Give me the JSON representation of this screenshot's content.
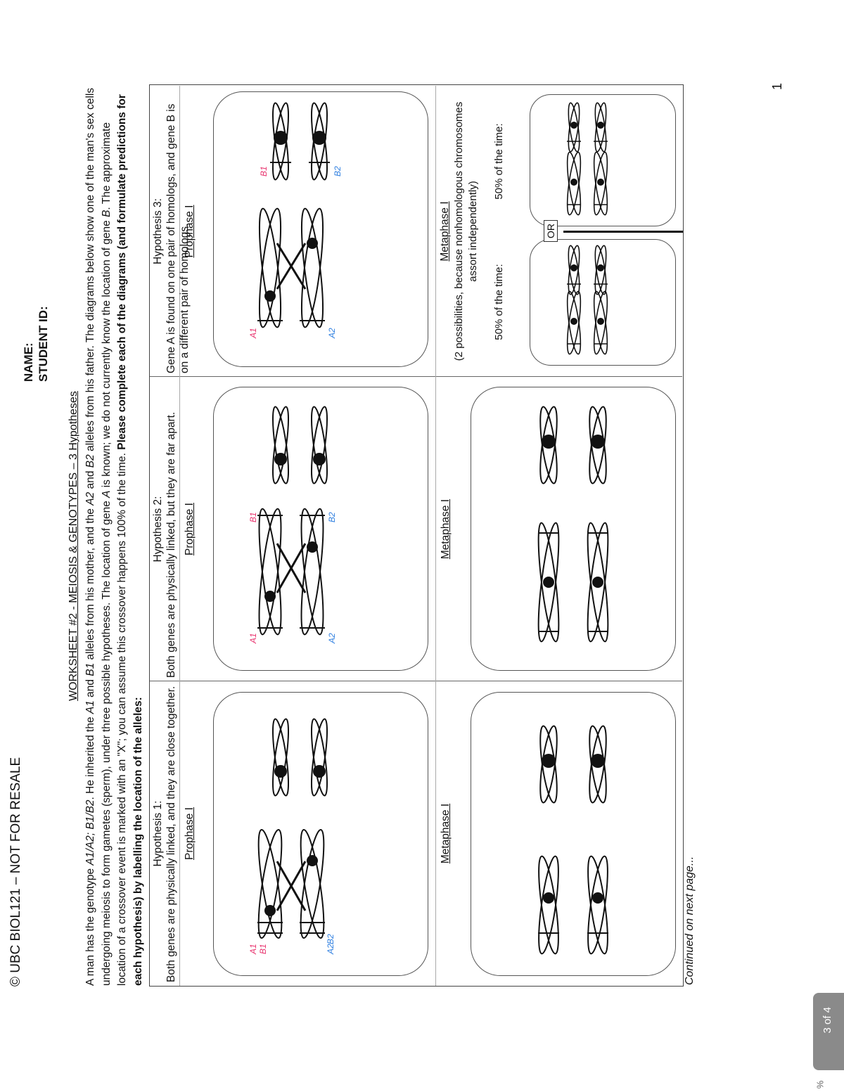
{
  "header": {
    "copyright": "© UBC BIOL121 – NOT FOR RESALE",
    "name_label": "NAME:",
    "student_id_label": "STUDENT ID:"
  },
  "title": "WORKSHEET #2 - MEIOSIS & GENOTYPES – 3 Hypotheses",
  "intro": {
    "p1_a": "A man has the genotype ",
    "p1_geno": "A1/A2; B1/B2",
    "p1_b": ". He inherited the ",
    "a1": "A1",
    "and1": " and ",
    "b1": "B1",
    "p1_c": " alleles from his mother, and the ",
    "a2": "A2",
    "and2": " and ",
    "b2": "B2",
    "p1_d": " alleles from his father. The diagrams below show one of the man's sex cells undergoing meiosis to form gametes (sperm), under three possible hypotheses. The location of gene ",
    "geneA": "A",
    "p1_e": " is known; we do not currently know the location of gene ",
    "geneB": "B",
    "p1_f": ". The approximate location of a crossover event is marked with an \"X\"; you can assume this crossover happens 100% of the time.",
    "instruction": "Please complete each of the diagrams (and formulate predictions for each hypothesis) by labelling the location of the alleles:"
  },
  "hypotheses": [
    {
      "title": "Hypothesis 1:",
      "description": "Both genes are physically linked, and they are close together.",
      "prophase_label": "Prophase I",
      "metaphase_label": "Metaphase I"
    },
    {
      "title": "Hypothesis 2:",
      "description": "Both genes are physically linked, but they are far apart.",
      "prophase_label": "Prophase I",
      "metaphase_label": "Metaphase I"
    },
    {
      "title": "Hypothesis 3:",
      "description": "Gene A is found on one pair of homologs, and gene B is on a different pair of homologs.",
      "prophase_label": "Prophase I",
      "metaphase_label": "Metaphase I",
      "metaphase_note": "(2 possibilities, because nonhomologous chromosomes assort independently)",
      "possibility1": "50% of the time:",
      "possibility2": "50% of the time:",
      "or_label": "OR"
    }
  ],
  "allele_labels": {
    "a1": "A1",
    "a2": "A2",
    "b1": "B1",
    "b2": "B2"
  },
  "colors": {
    "pink": "#e8336e",
    "blue": "#2f7fe0",
    "ink": "#111111"
  },
  "footer": {
    "continued": "Continued on next page...",
    "page_number": "1",
    "viewer_page": "3 of 4",
    "viewer_pct": "%"
  }
}
